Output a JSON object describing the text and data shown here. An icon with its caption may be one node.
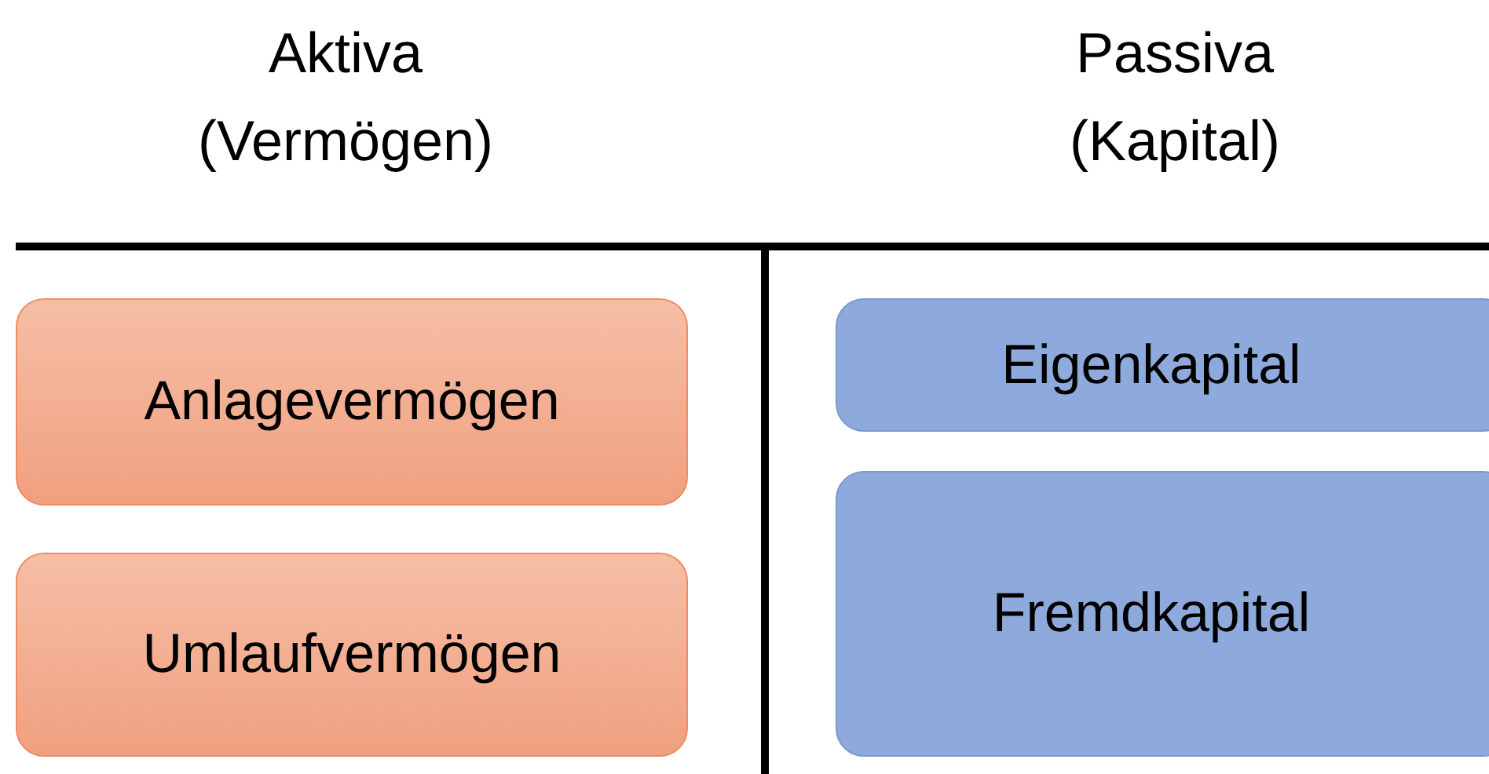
{
  "diagram": {
    "nodes": [
      {
        "text": [
          "Anlagevermögen"
        ]
      },
      {
        "text": [
          "Umlaufvermögen"
        ]
      },
      {
        "text": [
          "Eigenkapital"
        ]
      },
      {
        "text": [
          "Fremdkapital"
        ]
      }
    ],
    "labels": [
      "Aktiva (Vermögen)",
      "Passiva (Kapital)"
    ]
  }
}
